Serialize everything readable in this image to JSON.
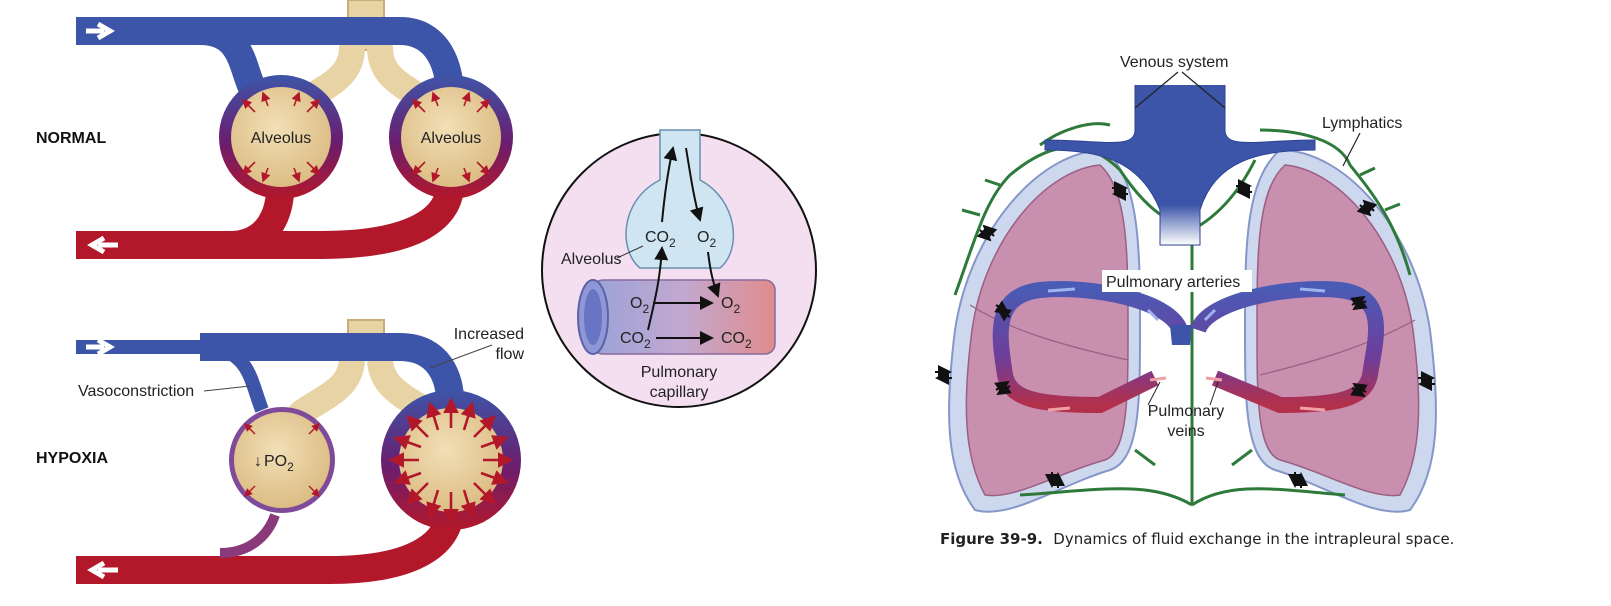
{
  "panel_left": {
    "normal_label": "NORMAL",
    "hypoxia_label": "HYPOXIA",
    "alveolus_left": "Alveolus",
    "alveolus_right": "Alveolus",
    "vasoconstriction": "Vasoconstriction",
    "increased_flow_1": "Increased",
    "increased_flow_2": "flow",
    "po2_arrow": "↓",
    "po2_base": "PO",
    "po2_sub": "2"
  },
  "panel_middle": {
    "alveolus": "Alveolus",
    "co2_top_base": "CO",
    "co2_top_sub": "2",
    "o2_top_base": "O",
    "o2_top_sub": "2",
    "o2_left_base": "O",
    "o2_left_sub": "2",
    "o2_right_base": "O",
    "o2_right_sub": "2",
    "co2_left_base": "CO",
    "co2_left_sub": "2",
    "co2_right_base": "CO",
    "co2_right_sub": "2",
    "capillary_1": "Pulmonary",
    "capillary_2": "capillary"
  },
  "panel_right": {
    "venous_system": "Venous system",
    "lymphatics": "Lymphatics",
    "pulmonary_arteries": "Pulmonary arteries",
    "pulmonary_veins_1": "Pulmonary",
    "pulmonary_veins_2": "veins",
    "caption_bold": "Figure 39-9.",
    "caption_text": "Dynamics of fluid exchange in the intrapleural space."
  },
  "colors": {
    "vein_blue": "#3d55a8",
    "artery_red": "#b3182a",
    "mixed_purple": "#6b1d6e",
    "alveolus_tan": "#e6cc9b",
    "airway_tan": "#e8d3a4",
    "lung_pink": "#c98fae",
    "pleura_blue": "#cdd7ee",
    "lymph_green": "#2e7a3a"
  }
}
